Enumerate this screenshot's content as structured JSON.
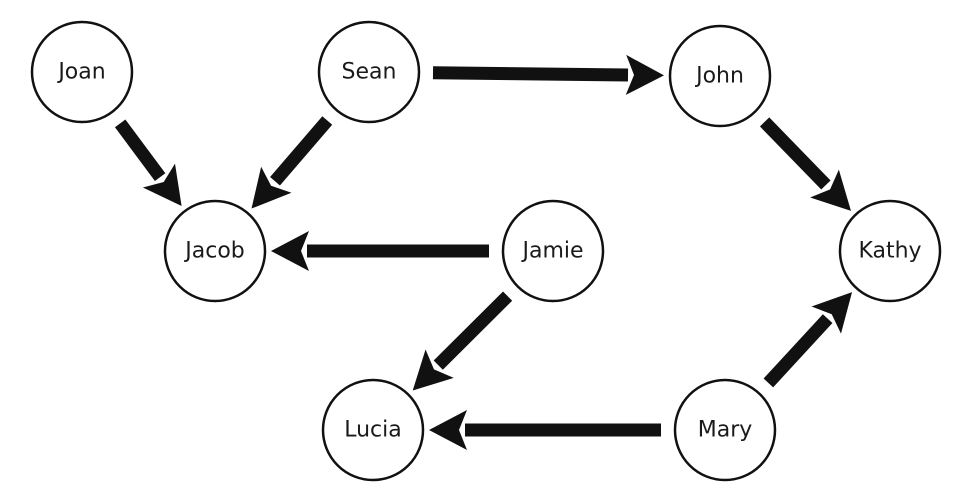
{
  "diagram": {
    "type": "directed-graph",
    "colors": {
      "node_stroke": "#111111",
      "node_fill": "#ffffff",
      "edge": "#111111",
      "text": "#1a1a1a"
    },
    "nodes": [
      {
        "id": "joan",
        "label": "Joan"
      },
      {
        "id": "sean",
        "label": "Sean"
      },
      {
        "id": "john",
        "label": "John"
      },
      {
        "id": "jacob",
        "label": "Jacob"
      },
      {
        "id": "jamie",
        "label": "Jamie"
      },
      {
        "id": "kathy",
        "label": "Kathy"
      },
      {
        "id": "lucia",
        "label": "Lucia"
      },
      {
        "id": "mary",
        "label": "Mary"
      }
    ],
    "edges": [
      {
        "from": "joan",
        "to": "jacob"
      },
      {
        "from": "sean",
        "to": "jacob"
      },
      {
        "from": "sean",
        "to": "john"
      },
      {
        "from": "john",
        "to": "kathy"
      },
      {
        "from": "jamie",
        "to": "jacob"
      },
      {
        "from": "jamie",
        "to": "lucia"
      },
      {
        "from": "mary",
        "to": "lucia"
      },
      {
        "from": "mary",
        "to": "kathy"
      }
    ]
  }
}
